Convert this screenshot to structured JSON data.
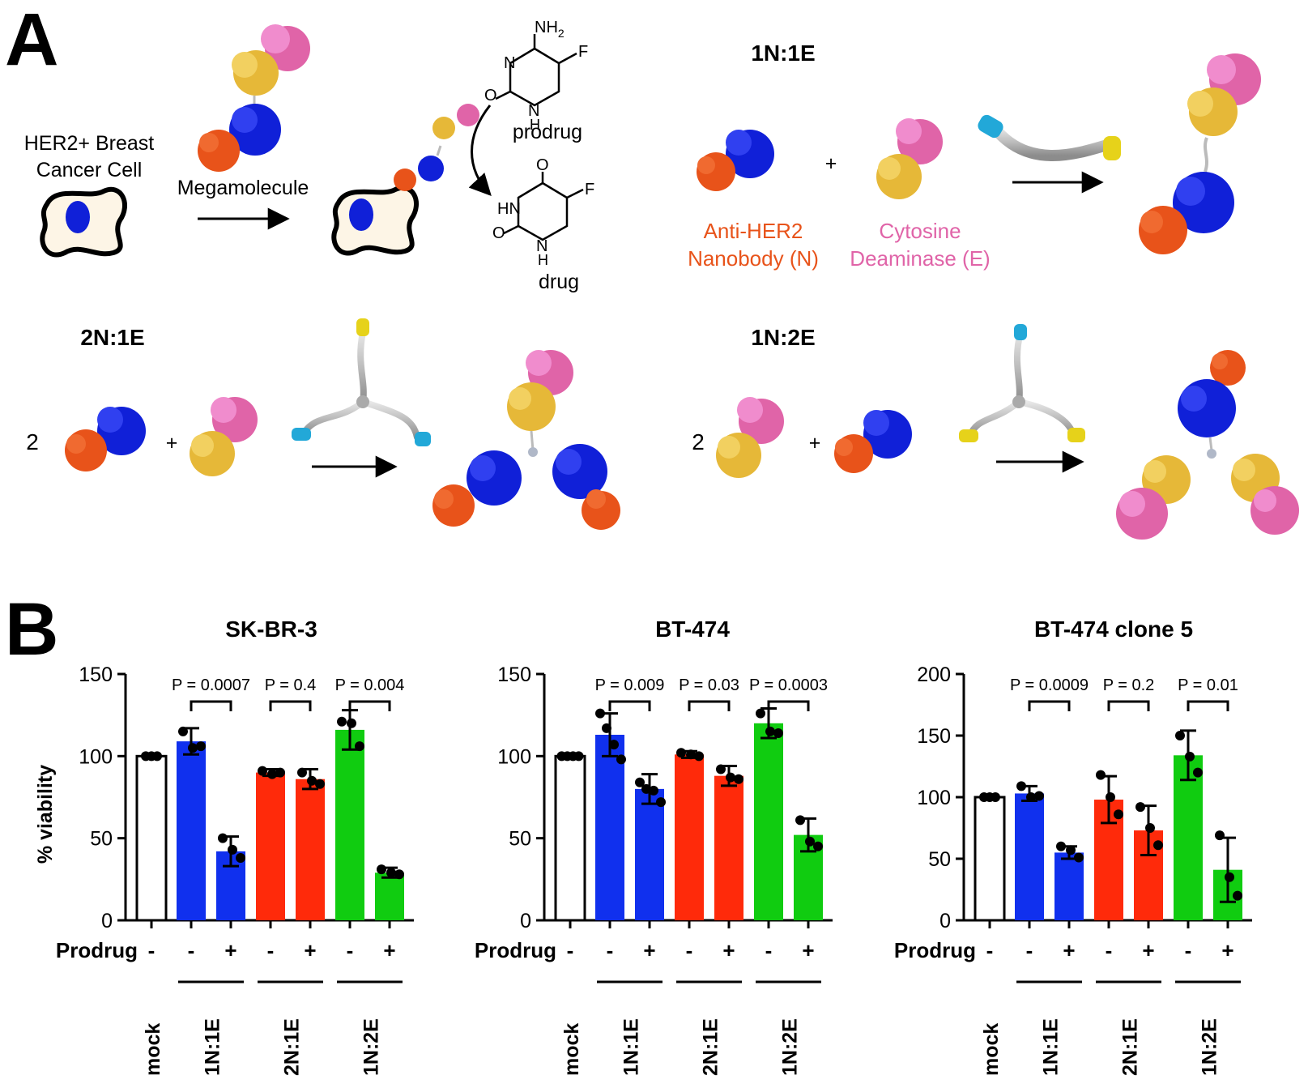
{
  "panel_a": {
    "letter": "A",
    "cell_label_1": "HER2+ Breast",
    "cell_label_2": "Cancer Cell",
    "megamolecule_label": "Megamolecule",
    "prodrug_label": "prodrug",
    "drug_label": "drug",
    "chem": {
      "nh2": "NH",
      "nh2_sub": "2",
      "f": "F",
      "n": "N",
      "o": "O",
      "h": "H",
      "hn": "HN"
    },
    "construct_1n1e": "1N:1E",
    "construct_2n1e": "2N:1E",
    "construct_1n2e": "1N:2E",
    "nanobody_1": "Anti-HER2",
    "nanobody_2": "Nanobody (N)",
    "enzyme_1": "Cytosine",
    "enzyme_2": "Deaminase (E)",
    "plus": "+",
    "coef_two": "2",
    "colors": {
      "nanobody": "#e8531a",
      "enzyme": "#e064a8",
      "blue_domain": "#1020d8",
      "gold_domain": "#e6b838",
      "linker": "#bdbdbd",
      "tag_cyan": "#22a8d8",
      "tag_yellow": "#e6d21a"
    }
  },
  "panel_b": {
    "letter": "B"
  },
  "chart_data": [
    {
      "type": "bar",
      "title": "SK-BR-3",
      "ylabel": "% viability",
      "ylim": [
        0,
        150
      ],
      "yticks": [
        0,
        50,
        100,
        150
      ],
      "prodrug_label": "Prodrug",
      "prodrug": [
        "-",
        "-",
        "+",
        "-",
        "+",
        "-",
        "+"
      ],
      "categories": [
        "mock",
        "1N:1E",
        "2N:1E",
        "1N:2E"
      ],
      "bar_colors": [
        "#ffffff",
        "#1030ee",
        "#1030ee",
        "#ff2a0a",
        "#ff2a0a",
        "#10cc10",
        "#10cc10"
      ],
      "values": [
        100,
        109,
        42,
        90,
        86,
        116,
        29
      ],
      "err": [
        0,
        8,
        9,
        2,
        6,
        12,
        3
      ],
      "points": [
        [
          100,
          100,
          100
        ],
        [
          115,
          105,
          106
        ],
        [
          50,
          43,
          38
        ],
        [
          91,
          89,
          90
        ],
        [
          90,
          85,
          83
        ],
        [
          121,
          120,
          106
        ],
        [
          31,
          29,
          28
        ]
      ],
      "pvalues": [
        "P = 0.0007",
        "P = 0.4",
        "P = 0.004"
      ]
    },
    {
      "type": "bar",
      "title": "BT-474",
      "ylabel": "",
      "ylim": [
        0,
        150
      ],
      "yticks": [
        0,
        50,
        100,
        150
      ],
      "prodrug_label": "Prodrug",
      "prodrug": [
        "-",
        "-",
        "+",
        "-",
        "+",
        "-",
        "+"
      ],
      "categories": [
        "mock",
        "1N:1E",
        "2N:1E",
        "1N:2E"
      ],
      "bar_colors": [
        "#ffffff",
        "#1030ee",
        "#1030ee",
        "#ff2a0a",
        "#ff2a0a",
        "#10cc10",
        "#10cc10"
      ],
      "values": [
        100,
        113,
        80,
        101,
        88,
        120,
        52
      ],
      "err": [
        0,
        13,
        9,
        2,
        6,
        9,
        10
      ],
      "points": [
        [
          100,
          100,
          100,
          100
        ],
        [
          126,
          117,
          107,
          98
        ],
        [
          84,
          80,
          79,
          72
        ],
        [
          102,
          101,
          100
        ],
        [
          92,
          87,
          86
        ],
        [
          126,
          115,
          114
        ],
        [
          61,
          48,
          45
        ]
      ],
      "pvalues": [
        "P = 0.009",
        "P = 0.03",
        "P = 0.0003"
      ]
    },
    {
      "type": "bar",
      "title": "BT-474 clone 5",
      "ylabel": "",
      "ylim": [
        0,
        200
      ],
      "yticks": [
        0,
        50,
        100,
        150,
        200
      ],
      "prodrug_label": "Prodrug",
      "prodrug": [
        "-",
        "-",
        "+",
        "-",
        "+",
        "-",
        "+"
      ],
      "categories": [
        "mock",
        "1N:1E",
        "2N:1E",
        "1N:2E"
      ],
      "bar_colors": [
        "#ffffff",
        "#1030ee",
        "#1030ee",
        "#ff2a0a",
        "#ff2a0a",
        "#10cc10",
        "#10cc10"
      ],
      "values": [
        100,
        103,
        55,
        98,
        73,
        134,
        41
      ],
      "err": [
        0,
        6,
        5,
        19,
        20,
        20,
        26
      ],
      "points": [
        [
          100,
          100,
          100
        ],
        [
          109,
          100,
          101
        ],
        [
          60,
          57,
          51
        ],
        [
          118,
          100,
          86
        ],
        [
          92,
          75,
          61
        ],
        [
          150,
          133,
          120
        ],
        [
          69,
          35,
          20
        ]
      ],
      "pvalues": [
        "P = 0.0009",
        "P = 0.2",
        "P = 0.01"
      ]
    }
  ]
}
